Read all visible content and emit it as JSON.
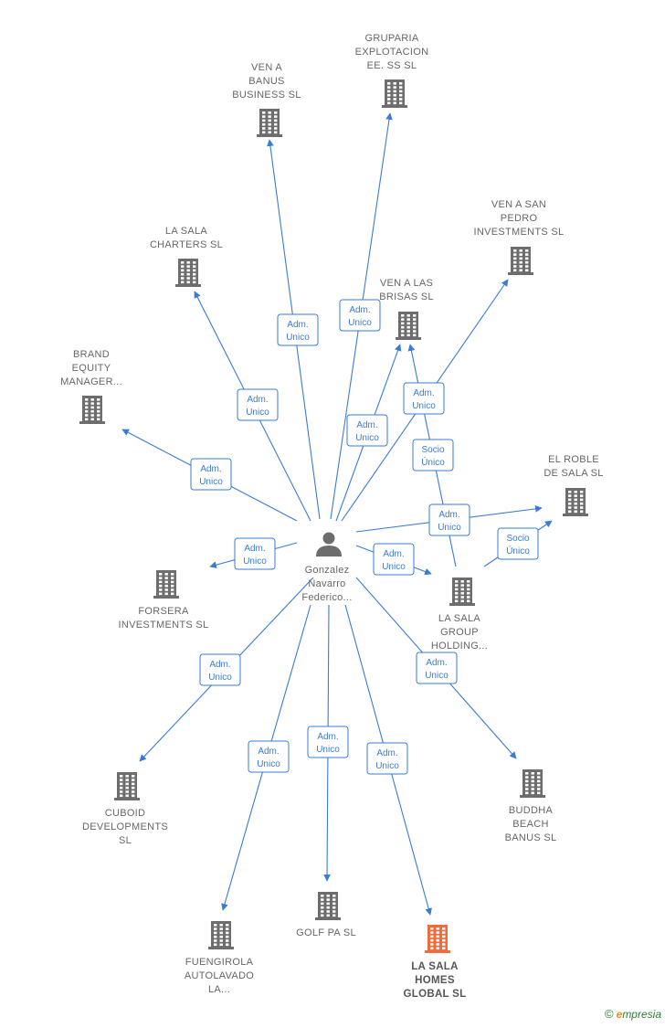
{
  "colors": {
    "edge": "#3a7bd5",
    "node": "#6d6d6d",
    "highlight": "#f26b3a",
    "label": "#666666"
  },
  "center": {
    "id": "person",
    "icon": "person-icon",
    "label": [
      "Gonzalez",
      "Navarro",
      "Federico..."
    ]
  },
  "nodes": [
    {
      "id": "ven-a-banus",
      "icon": "building-icon",
      "label": [
        "VEN A",
        "BANUS",
        "BUSINESS SL"
      ]
    },
    {
      "id": "gruparia",
      "icon": "building-icon",
      "label": [
        "GRUPARIA",
        "EXPLOTACION",
        "EE.  SS SL"
      ]
    },
    {
      "id": "ven-a-san-pedro",
      "icon": "building-icon",
      "label": [
        "VEN A SAN",
        "PEDRO",
        "INVESTMENTS SL"
      ]
    },
    {
      "id": "la-sala-charters",
      "icon": "building-icon",
      "label": [
        "LA SALA",
        "CHARTERS  SL"
      ]
    },
    {
      "id": "ven-a-las-brisas",
      "icon": "building-icon",
      "label": [
        "VEN A LAS",
        "BRISAS  SL"
      ]
    },
    {
      "id": "brand-equity",
      "icon": "building-icon",
      "label": [
        "BRAND",
        "EQUITY",
        "MANAGER..."
      ]
    },
    {
      "id": "el-roble",
      "icon": "building-icon",
      "label": [
        "EL ROBLE",
        "DE SALA  SL"
      ]
    },
    {
      "id": "forsera",
      "icon": "building-icon",
      "label": [
        "FORSERA",
        "INVESTMENTS SL"
      ]
    },
    {
      "id": "la-sala-group",
      "icon": "building-icon",
      "label": [
        "LA SALA",
        "GROUP",
        "HOLDING..."
      ]
    },
    {
      "id": "cuboid",
      "icon": "building-icon",
      "label": [
        "CUBOID",
        "DEVELOPMENTS",
        "SL"
      ]
    },
    {
      "id": "buddha-beach",
      "icon": "building-icon",
      "label": [
        "BUDDHA",
        "BEACH",
        "BANUS SL"
      ]
    },
    {
      "id": "fuengirola",
      "icon": "building-icon",
      "label": [
        "FUENGIROLA",
        "AUTOLAVADO",
        "LA..."
      ]
    },
    {
      "id": "golf-pa",
      "icon": "building-icon",
      "label": [
        "GOLF PA  SL"
      ]
    },
    {
      "id": "la-sala-homes",
      "icon": "building-icon",
      "highlight": true,
      "label": [
        "LA SALA",
        "HOMES",
        "GLOBAL  SL"
      ]
    }
  ],
  "edges": [
    {
      "from": "person",
      "to": "ven-a-banus",
      "label": [
        "Adm.",
        "Unico"
      ]
    },
    {
      "from": "person",
      "to": "gruparia",
      "label": [
        "Adm.",
        "Unico"
      ]
    },
    {
      "from": "person",
      "to": "la-sala-charters",
      "label": [
        "Adm.",
        "Unico"
      ]
    },
    {
      "from": "person",
      "to": "ven-a-las-brisas",
      "label": [
        "Adm.",
        "Unico"
      ]
    },
    {
      "from": "person",
      "to": "ven-a-san-pedro",
      "label": [
        "Adm.",
        "Unico"
      ]
    },
    {
      "from": "person",
      "to": "brand-equity",
      "label": [
        "Adm.",
        "Unico"
      ]
    },
    {
      "from": "person",
      "to": "el-roble",
      "label": [
        "Adm.",
        "Unico"
      ]
    },
    {
      "from": "person",
      "to": "forsera",
      "label": [
        "Adm.",
        "Unico"
      ]
    },
    {
      "from": "person",
      "to": "la-sala-group",
      "label": [
        "Adm.",
        "Unico"
      ]
    },
    {
      "from": "person",
      "to": "cuboid",
      "label": [
        "Adm.",
        "Unico"
      ]
    },
    {
      "from": "person",
      "to": "buddha-beach",
      "label": [
        "Adm.",
        "Unico"
      ]
    },
    {
      "from": "person",
      "to": "fuengirola",
      "label": [
        "Adm.",
        "Unico"
      ]
    },
    {
      "from": "person",
      "to": "golf-pa",
      "label": [
        "Adm.",
        "Unico"
      ]
    },
    {
      "from": "person",
      "to": "la-sala-homes",
      "label": [
        "Adm.",
        "Unico"
      ]
    },
    {
      "from": "la-sala-group",
      "to": "ven-a-las-brisas",
      "label": [
        "Socio",
        "Único"
      ]
    },
    {
      "from": "la-sala-group",
      "to": "el-roble",
      "label": [
        "Socio",
        "Único"
      ]
    }
  ],
  "brand": {
    "copyright": "©",
    "initial": "e",
    "rest": "mpresia"
  }
}
